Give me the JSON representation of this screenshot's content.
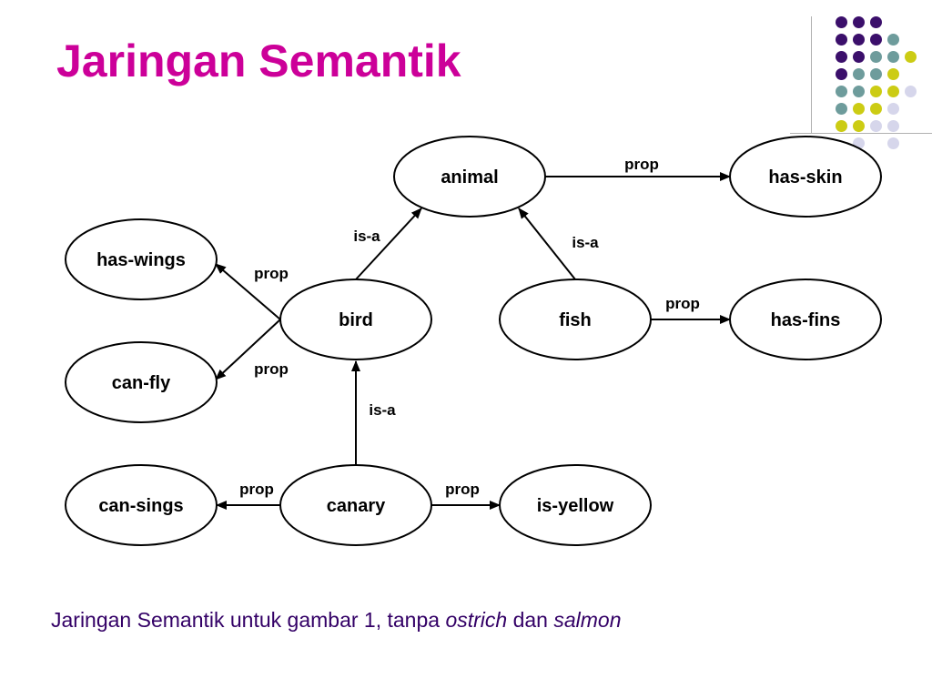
{
  "slide": {
    "title": "Jaringan Semantik",
    "caption": {
      "prefix": "Jaringan Semantik untuk gambar 1, tanpa",
      "term1": "ostrich",
      "conj": "dan",
      "term2": "salmon"
    }
  },
  "colors": {
    "title": "#cc0099",
    "caption": "#330066",
    "dot_purple": "#3b0f6b",
    "dot_teal": "#6e9c9c",
    "dot_olive": "#cccc14",
    "dot_lavender": "#d6d6eb"
  },
  "diagram": {
    "nodes": [
      {
        "id": "animal",
        "label": "animal"
      },
      {
        "id": "has-skin",
        "label": "has-skin"
      },
      {
        "id": "has-wings",
        "label": "has-wings"
      },
      {
        "id": "bird",
        "label": "bird"
      },
      {
        "id": "fish",
        "label": "fish"
      },
      {
        "id": "has-fins",
        "label": "has-fins"
      },
      {
        "id": "can-fly",
        "label": "can-fly"
      },
      {
        "id": "can-sings",
        "label": "can-sings"
      },
      {
        "id": "canary",
        "label": "canary"
      },
      {
        "id": "is-yellow",
        "label": "is-yellow"
      }
    ],
    "edges": [
      {
        "from": "animal",
        "to": "has-skin",
        "label": "prop"
      },
      {
        "from": "bird",
        "to": "animal",
        "label": "is-a"
      },
      {
        "from": "fish",
        "to": "animal",
        "label": "is-a"
      },
      {
        "from": "bird",
        "to": "has-wings",
        "label": "prop"
      },
      {
        "from": "bird",
        "to": "can-fly",
        "label": "prop"
      },
      {
        "from": "fish",
        "to": "has-fins",
        "label": "prop"
      },
      {
        "from": "canary",
        "to": "bird",
        "label": "is-a"
      },
      {
        "from": "canary",
        "to": "can-sings",
        "label": "prop"
      },
      {
        "from": "canary",
        "to": "is-yellow",
        "label": "prop"
      }
    ]
  }
}
